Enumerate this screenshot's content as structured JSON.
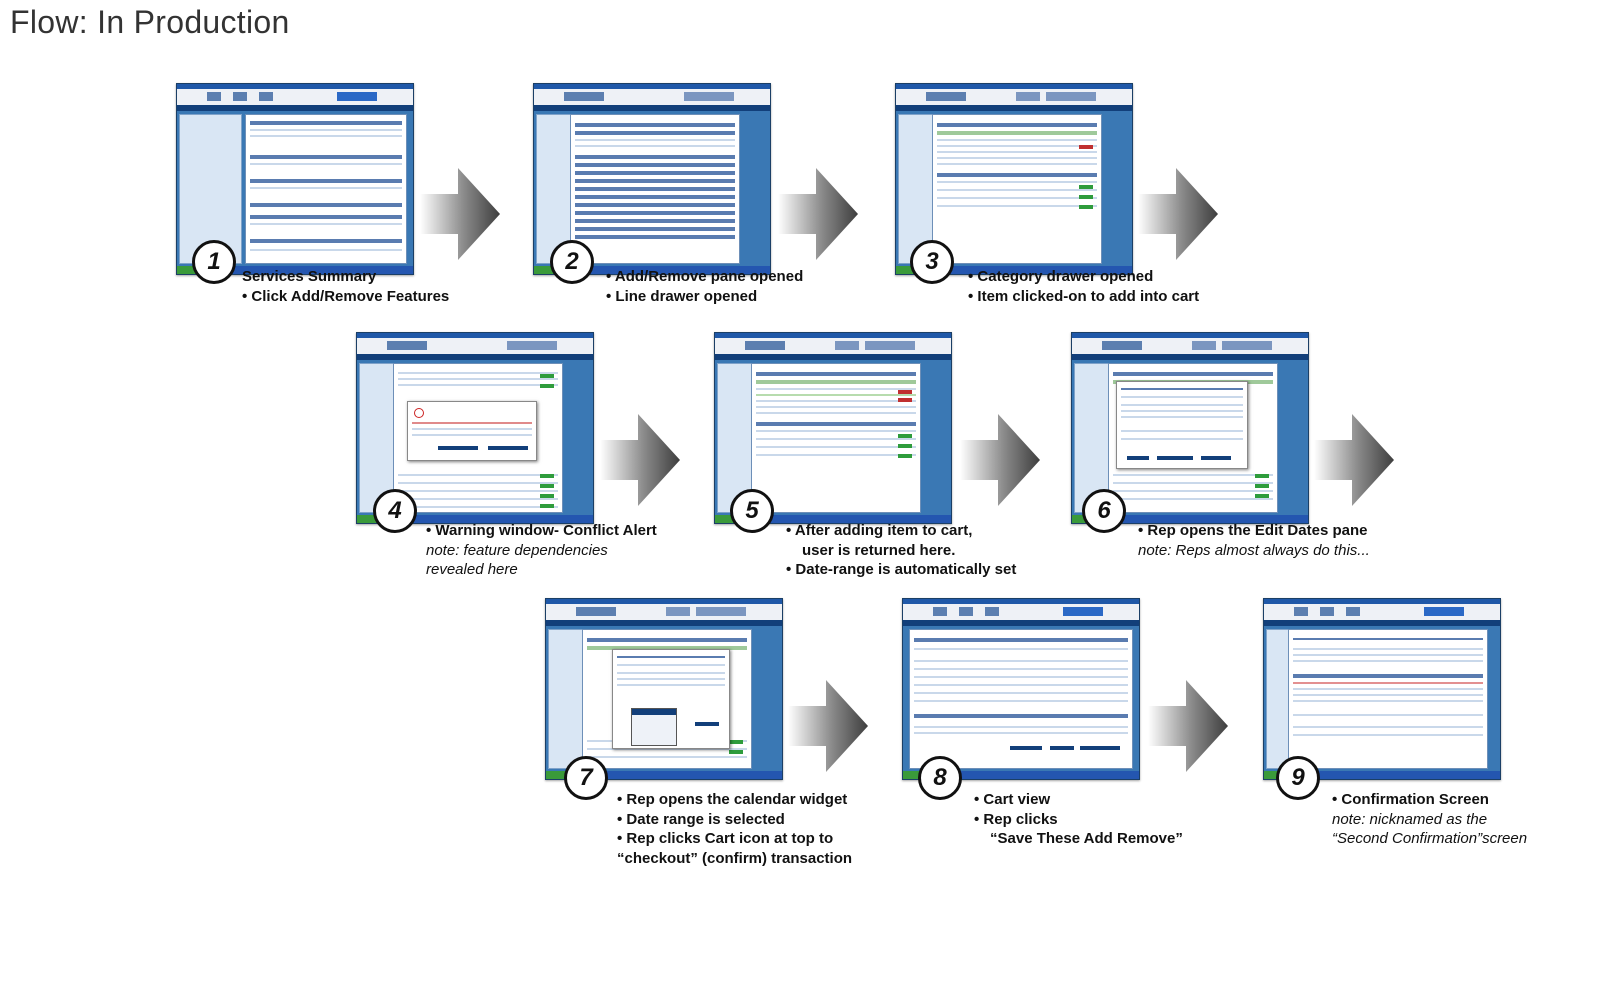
{
  "title": "Flow: In Production",
  "steps": [
    {
      "number": "1",
      "lines": [
        "Services Summary",
        "• Click Add/Remove Features"
      ]
    },
    {
      "number": "2",
      "lines": [
        "• Add/Remove pane opened",
        "• Line drawer opened"
      ]
    },
    {
      "number": "3",
      "lines": [
        "• Category drawer opened",
        "• Item clicked-on to add into cart"
      ]
    },
    {
      "number": "4",
      "lines": [
        "• Warning window- Conflict Alert"
      ],
      "notes": [
        "note: feature dependencies",
        "revealed here"
      ]
    },
    {
      "number": "5",
      "lines": [
        "• After adding item to cart,",
        "user is returned here.",
        "• Date-range is automatically set"
      ]
    },
    {
      "number": "6",
      "lines": [
        "• Rep opens the Edit Dates pane"
      ],
      "notes": [
        "note: Reps almost always do this..."
      ]
    },
    {
      "number": "7",
      "lines": [
        "• Rep opens the calendar widget",
        "• Date range is selected",
        "• Rep clicks Cart icon at top to",
        "“checkout” (confirm) transaction"
      ]
    },
    {
      "number": "8",
      "lines": [
        "• Cart view",
        "• Rep clicks",
        "“Save These Add Remove”"
      ]
    },
    {
      "number": "9",
      "lines": [
        "• Confirmation Screen"
      ],
      "notes": [
        "note: nicknamed as the",
        "“Second Confirmation”screen"
      ]
    }
  ],
  "colors": {
    "window_blue": "#3a78b4",
    "nav_dark_blue": "#123f7a",
    "add_button_green": "#2e9c3c",
    "arrow_gray": "#6a6a6a"
  }
}
